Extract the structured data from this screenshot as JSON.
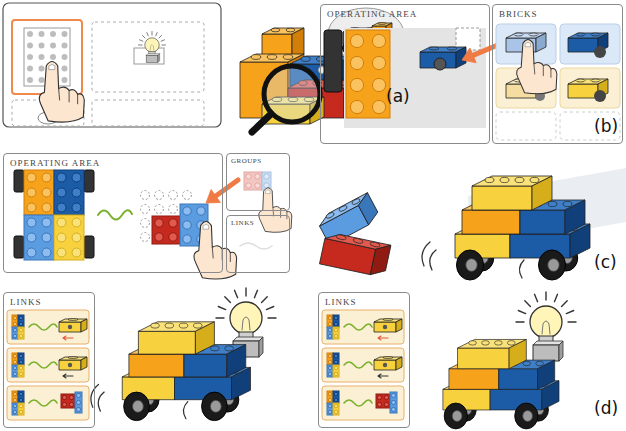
{
  "diagram": {
    "nodes": [
      {
        "text": [
          "OPERATING AREA"
        ]
      },
      {
        "text": [
          "BRICKS"
        ]
      },
      {
        "text": [
          "OPERATING AREA"
        ]
      },
      {
        "text": [
          "GROUPS"
        ]
      },
      {
        "text": [
          "LINKS"
        ]
      },
      {
        "text": [
          "LINKS"
        ]
      },
      {
        "text": [
          "LINKS"
        ]
      }
    ],
    "labels": [
      "(a)",
      "(b)",
      "(c)",
      "(d)"
    ]
  }
}
